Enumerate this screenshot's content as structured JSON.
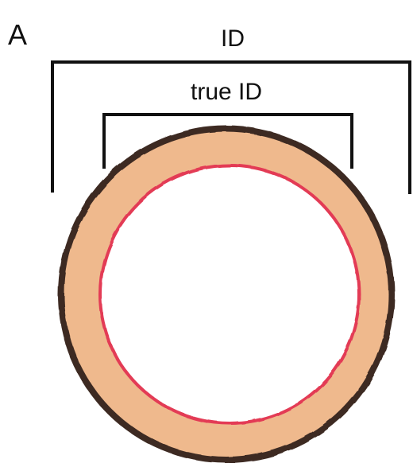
{
  "panel_letter": "A",
  "labels": {
    "outer": "ID",
    "inner": "true ID"
  },
  "colors": {
    "outer_rim": "#3e2a22",
    "wall_fill": "#efb98d",
    "inner_line": "#e33a55",
    "lumen": "#ffffff",
    "bracket": "#111111",
    "text": "#111111"
  }
}
